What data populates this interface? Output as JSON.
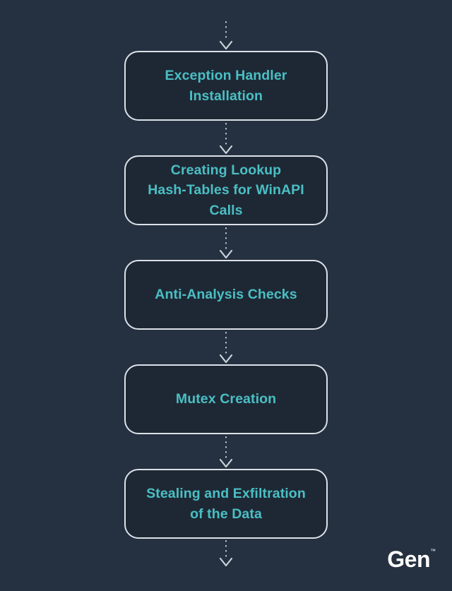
{
  "page": {
    "background_color": "#253040",
    "box_background_color": "#1e2834",
    "box_border_color": "#dbe1e7",
    "accent_text_color": "#4abfc4",
    "arrow_color": "#ccd3da",
    "logo_color": "#ffffff"
  },
  "flow": {
    "boxes": [
      {
        "label": "Exception Handler\nInstallation"
      },
      {
        "label": "Creating Lookup\nHash-Tables for WinAPI Calls"
      },
      {
        "label": "Anti-Analysis Checks"
      },
      {
        "label": "Mutex Creation"
      },
      {
        "label": "Stealing and Exfiltration\nof the Data"
      }
    ]
  },
  "branding": {
    "logo_text": "Gen",
    "trademark": "™"
  }
}
